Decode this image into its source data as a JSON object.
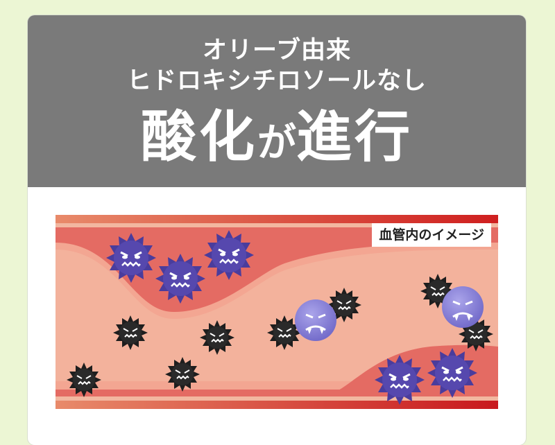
{
  "header": {
    "line1": "オリーブ由来",
    "line2": "ヒドロキシチロソールなし",
    "line3_part1": "酸化",
    "line3_part2": "が",
    "line3_part3": "進行"
  },
  "illustration": {
    "caption": "血管内のイメージ"
  },
  "colors": {
    "page_bg": "#ecf6d4",
    "header_bg": "#7a7a7a",
    "vessel_wall": "#d9342b",
    "vessel_inner": "#f3b09a",
    "purple_germ": "#4b3d9e",
    "black_germ": "#1e1e1e",
    "lavender_blob": "#8e87d6"
  }
}
